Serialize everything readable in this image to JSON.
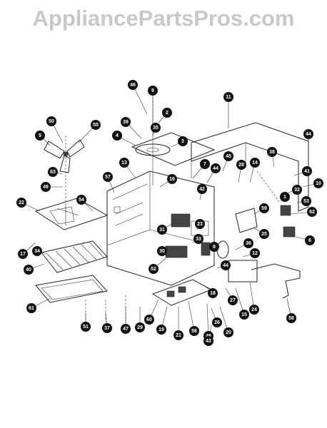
{
  "watermark": "AppliancePartsPros.com",
  "callouts": [
    {
      "id": "c46",
      "label": "46"
    },
    {
      "id": "c9",
      "label": "9"
    },
    {
      "id": "c2",
      "label": "2"
    },
    {
      "id": "c39",
      "label": "39"
    },
    {
      "id": "c35",
      "label": "35"
    },
    {
      "id": "c4",
      "label": "4"
    },
    {
      "id": "c3",
      "label": "3"
    },
    {
      "id": "c11",
      "label": "11"
    },
    {
      "id": "c44a",
      "label": "44"
    },
    {
      "id": "c50",
      "label": "50"
    },
    {
      "id": "c55",
      "label": "55"
    },
    {
      "id": "c5",
      "label": "5"
    },
    {
      "id": "c13",
      "label": "13"
    },
    {
      "id": "c7",
      "label": "7"
    },
    {
      "id": "c44b",
      "label": "44"
    },
    {
      "id": "c45",
      "label": "45"
    },
    {
      "id": "c28",
      "label": "28"
    },
    {
      "id": "c14",
      "label": "14"
    },
    {
      "id": "c38",
      "label": "38"
    },
    {
      "id": "c41",
      "label": "41"
    },
    {
      "id": "c63",
      "label": "63"
    },
    {
      "id": "c57",
      "label": "57"
    },
    {
      "id": "c16",
      "label": "16"
    },
    {
      "id": "c42",
      "label": "42"
    },
    {
      "id": "c10",
      "label": "10"
    },
    {
      "id": "c32",
      "label": "32"
    },
    {
      "id": "c49",
      "label": "49"
    },
    {
      "id": "c54",
      "label": "54"
    },
    {
      "id": "c1",
      "label": "1"
    },
    {
      "id": "c53",
      "label": "53"
    },
    {
      "id": "c22",
      "label": "22"
    },
    {
      "id": "c59",
      "label": "59"
    },
    {
      "id": "c62",
      "label": "62"
    },
    {
      "id": "c23",
      "label": "23"
    },
    {
      "id": "c31",
      "label": "31"
    },
    {
      "id": "c25",
      "label": "25"
    },
    {
      "id": "c17",
      "label": "17"
    },
    {
      "id": "c33",
      "label": "33"
    },
    {
      "id": "c36",
      "label": "36"
    },
    {
      "id": "c6",
      "label": "6"
    },
    {
      "id": "c34",
      "label": "34"
    },
    {
      "id": "c30",
      "label": "30"
    },
    {
      "id": "c8",
      "label": "8"
    },
    {
      "id": "c12",
      "label": "12"
    },
    {
      "id": "c40",
      "label": "40"
    },
    {
      "id": "c52",
      "label": "52"
    },
    {
      "id": "c44c",
      "label": "44"
    },
    {
      "id": "c18",
      "label": "18"
    },
    {
      "id": "c61",
      "label": "61"
    },
    {
      "id": "c60",
      "label": "60"
    },
    {
      "id": "c27",
      "label": "27"
    },
    {
      "id": "c15",
      "label": "15"
    },
    {
      "id": "c24",
      "label": "24"
    },
    {
      "id": "c51",
      "label": "51"
    },
    {
      "id": "c37",
      "label": "37"
    },
    {
      "id": "c47",
      "label": "47"
    },
    {
      "id": "c29",
      "label": "29"
    },
    {
      "id": "c19",
      "label": "19"
    },
    {
      "id": "c21",
      "label": "21"
    },
    {
      "id": "c56",
      "label": "56"
    },
    {
      "id": "c46b",
      "label": "46"
    },
    {
      "id": "c26",
      "label": "26"
    },
    {
      "id": "c20",
      "label": "20"
    },
    {
      "id": "c43",
      "label": "43"
    },
    {
      "id": "c58",
      "label": "58"
    }
  ]
}
